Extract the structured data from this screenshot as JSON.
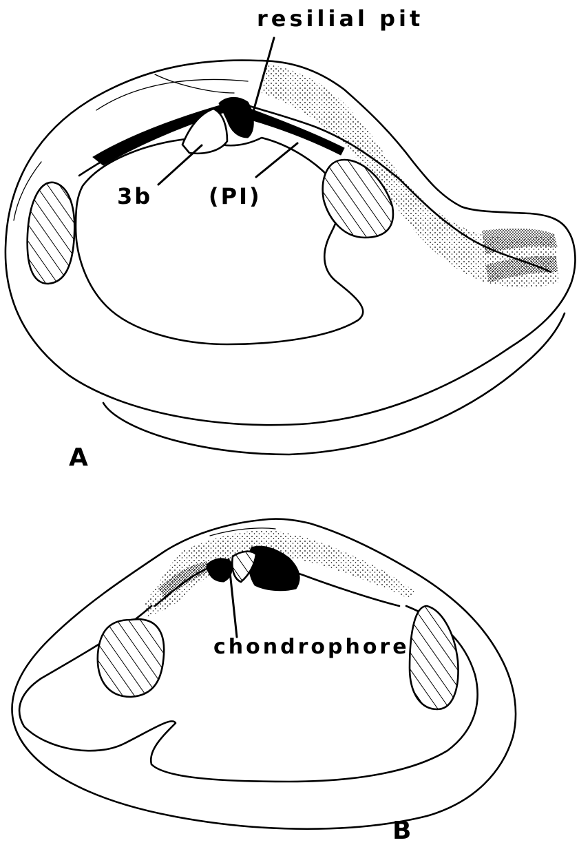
{
  "figure": {
    "panel_a": {
      "letter": "A",
      "labels": {
        "resilial_pit": "resilial pit",
        "tooth_3b": "3b",
        "pi": "(PI)"
      }
    },
    "panel_b": {
      "letter": "B",
      "labels": {
        "chondrophore": "chondrophore"
      }
    }
  }
}
